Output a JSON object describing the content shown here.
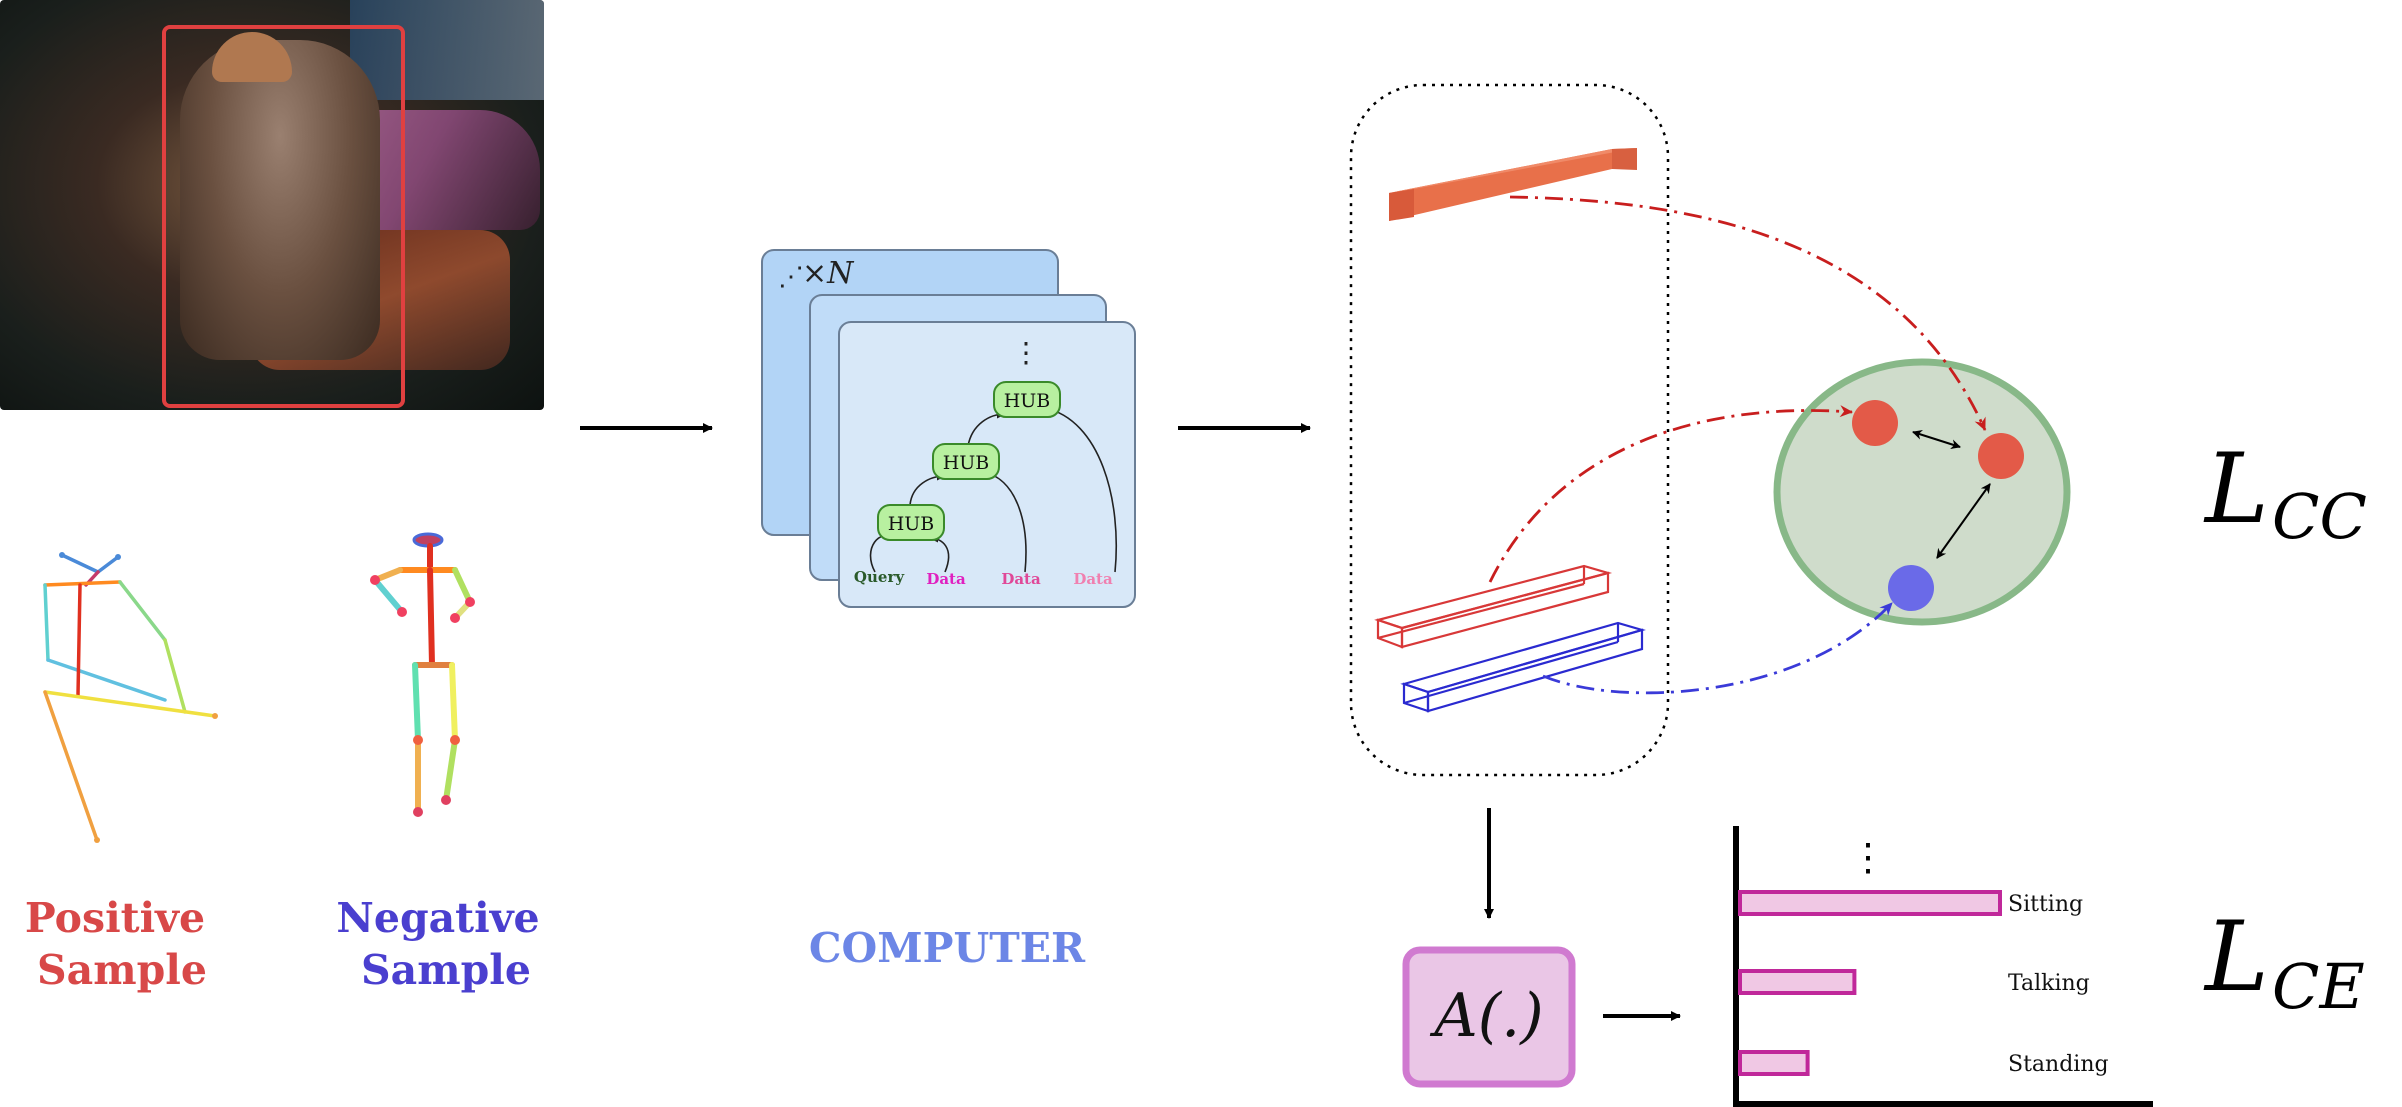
{
  "positive_sample": {
    "line1": "Positive",
    "line2": "Sample"
  },
  "negative_sample": {
    "line1": "Negative",
    "line2": "Sample"
  },
  "model_label": "COMPUTER",
  "stack_label": "×N",
  "hubs": [
    "HUB",
    "HUB",
    "HUB"
  ],
  "inputs": [
    "Query",
    "Data",
    "Data",
    "Data"
  ],
  "aggregator_label": "A(.)",
  "bar_chart": {
    "categories": [
      "Sitting",
      "Talking",
      "Standing"
    ],
    "values": [
      1.0,
      0.44,
      0.26
    ]
  },
  "loss_cc": {
    "script": "L",
    "sub": "CC"
  },
  "loss_ce": {
    "script": "L",
    "sub": "CE"
  },
  "colors": {
    "positive": "#d84848",
    "negative": "#4a3fcf",
    "model_text": "#6c86e6",
    "hub_fill": "#b8f0a0",
    "hub_stroke": "#3a8a2a",
    "cluster_fill": "#cfdccb",
    "cluster_stroke": "#88b888",
    "bar_stroke": "#c0289a",
    "bar_fill": "#f0c8e4",
    "agg_fill": "#eac6e6",
    "agg_stroke": "#d07ad0"
  }
}
